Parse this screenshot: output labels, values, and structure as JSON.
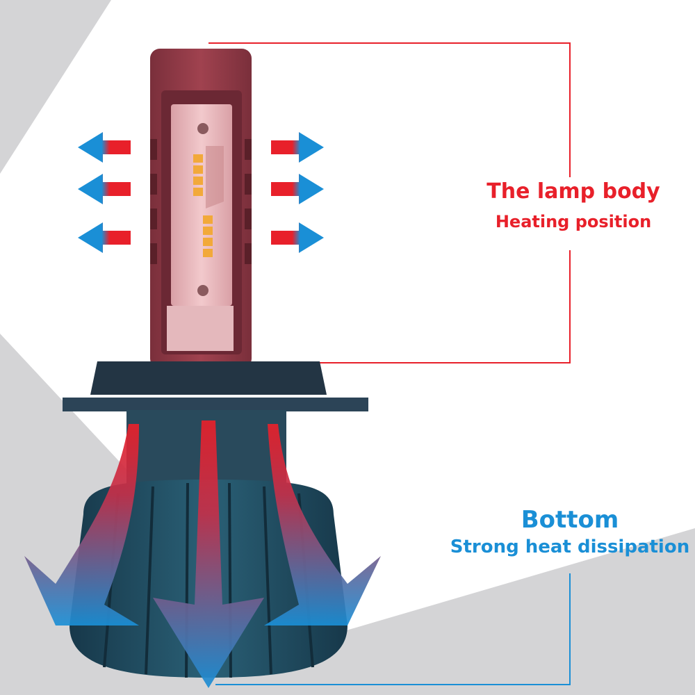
{
  "top_callout": {
    "title": "The lamp body",
    "subtitle": "Heating position",
    "color": "#e8202a"
  },
  "bottom_callout": {
    "title": "Bottom",
    "subtitle": "Strong heat dissipation",
    "color": "#1a8fd6"
  },
  "colors": {
    "heat": "#e8202a",
    "cool": "#1a8fd6",
    "lamp_body": "#8e3a48",
    "heatsink": "#1f4a5e",
    "background_gray": "#d4d4d6"
  }
}
